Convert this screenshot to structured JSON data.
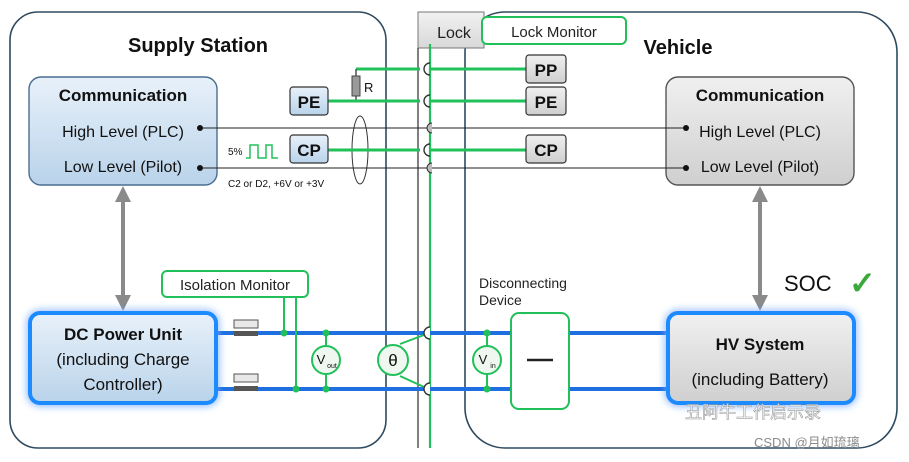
{
  "supply_station": {
    "title": "Supply Station",
    "communication": {
      "title": "Communication",
      "high": "High Level (PLC)",
      "low": "Low Level (Pilot)"
    },
    "dc_power_unit": {
      "line1": "DC Power Unit",
      "line2": "(including Charge",
      "line3": "Controller)"
    },
    "isolation_monitor": "Isolation Monitor",
    "resistor_label": "R",
    "pe_label": "PE",
    "cp_label": "CP",
    "duty_label": "5%",
    "state_label": "C2 or D2, +6V or +3V",
    "vout_main": "V",
    "vout_sub": "out",
    "theta": "θ"
  },
  "connector": {
    "lock": "Lock",
    "lock_monitor": "Lock Monitor"
  },
  "vehicle": {
    "title": "Vehicle",
    "communication": {
      "title": "Communication",
      "high": "High Level (PLC)",
      "low": "Low Level (Pilot)"
    },
    "hv_system": {
      "line1": "HV System",
      "line2": "(including Battery)"
    },
    "pp_label": "PP",
    "pe_label": "PE",
    "cp_label": "CP",
    "disconnect_line1": "Disconnecting",
    "disconnect_line2": "Device",
    "vin_main": "V",
    "vin_sub": "in",
    "soc": "SOC",
    "check": "✓"
  },
  "watermark": {
    "line1": "丑阿牛工作启示录",
    "line2": "CSDN @月如琉璃"
  },
  "colors": {
    "green": "#22c05a",
    "blue": "#1f6fe0",
    "grey_arrow": "#8a8a8a"
  }
}
